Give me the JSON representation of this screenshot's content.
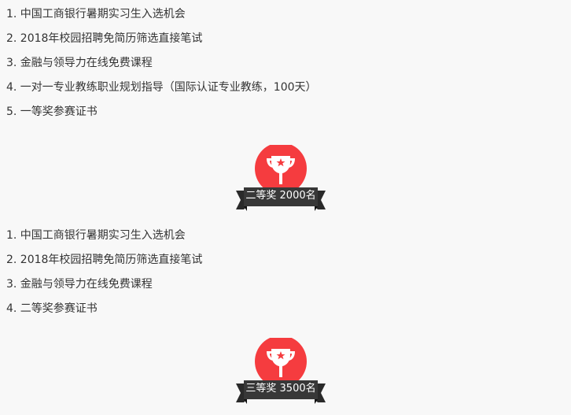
{
  "colors": {
    "background": "#f8f8f8",
    "text": "#333333",
    "badge_circle": "#f53c3f",
    "ribbon": "#333333",
    "ribbon_fold": "#1e1e1e",
    "trophy": "#ffffff"
  },
  "sections": [
    {
      "items": [
        "1. 中国工商银行暑期实习生入选机会",
        "2. 2018年校园招聘免简历筛选直接笔试",
        "3. 金融与领导力在线免费课程",
        "4. 一对一专业教练职业规划指导（国际认证专业教练，100天）",
        "5. 一等奖参赛证书"
      ]
    },
    {
      "badge": {
        "icon": "trophy-icon",
        "label": "二等奖 2000名"
      },
      "items": [
        "1. 中国工商银行暑期实习生入选机会",
        "2. 2018年校园招聘免简历筛选直接笔试",
        "3. 金融与领导力在线免费课程",
        "4. 二等奖参赛证书"
      ]
    },
    {
      "badge": {
        "icon": "trophy-icon",
        "label": "三等奖 3500名"
      }
    }
  ]
}
